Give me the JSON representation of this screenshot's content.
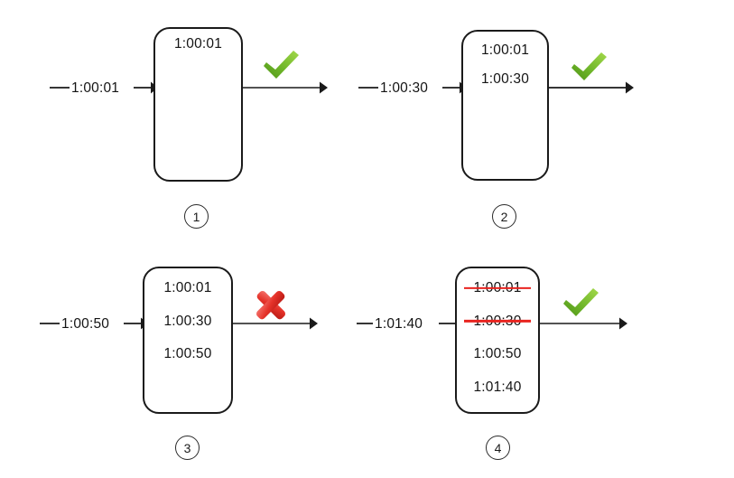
{
  "diagram": {
    "title": "Idempotency / deduplication window illustration",
    "colors": {
      "box_stroke": "#1a1a1a",
      "arrow": "#1a1a1a",
      "text": "#141414",
      "strike_red": "#e8231e",
      "check_green_light": "#8cc63f",
      "check_green_dark": "#5aa01e",
      "cross_red_light": "#f25c55",
      "cross_red_dark": "#cc1f18",
      "background": "#ffffff"
    },
    "panels": [
      {
        "id": "panel-1",
        "number": "1",
        "input_label": "1:00:01",
        "entries": [
          {
            "value": "1:00:01",
            "struck": false
          }
        ],
        "status": "check",
        "status_name": "green-check-icon"
      },
      {
        "id": "panel-2",
        "number": "2",
        "input_label": "1:00:30",
        "entries": [
          {
            "value": "1:00:01",
            "struck": false
          },
          {
            "value": "1:00:30",
            "struck": false
          }
        ],
        "status": "check",
        "status_name": "green-check-icon"
      },
      {
        "id": "panel-3",
        "number": "3",
        "input_label": "1:00:50",
        "entries": [
          {
            "value": "1:00:01",
            "struck": false
          },
          {
            "value": "1:00:30",
            "struck": false
          },
          {
            "value": "1:00:50",
            "struck": false
          }
        ],
        "status": "cross",
        "status_name": "red-cross-icon"
      },
      {
        "id": "panel-4",
        "number": "4",
        "input_label": "1:01:40",
        "entries": [
          {
            "value": "1:00:01",
            "struck": true
          },
          {
            "value": "1:00:30",
            "struck": true
          },
          {
            "value": "1:00:50",
            "struck": false
          },
          {
            "value": "1:01:40",
            "struck": false
          }
        ],
        "status": "check",
        "status_name": "green-check-icon"
      }
    ]
  }
}
